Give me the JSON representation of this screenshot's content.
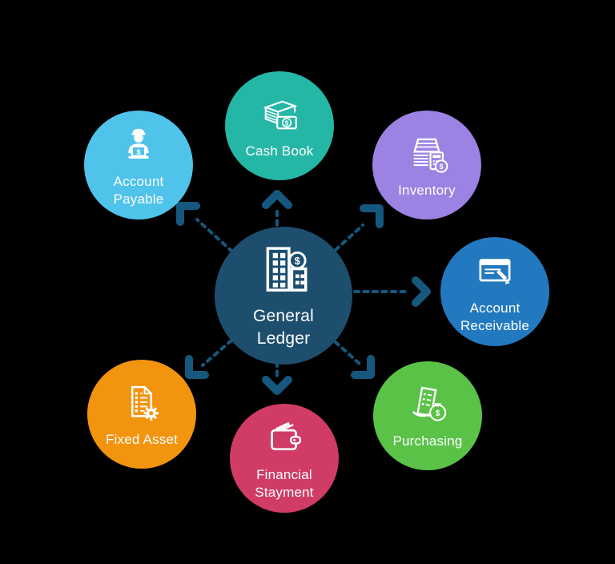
{
  "background": "#000000",
  "arrow_color": "#16577e",
  "center": {
    "id": "general-ledger",
    "label": "General\nLedger",
    "color": "#1d4e6e",
    "icon": "building-dollar-icon"
  },
  "nodes": [
    {
      "id": "account-payable",
      "label": "Account\nPayable",
      "color": "#4fc3ea",
      "icon": "accountant-laptop-icon"
    },
    {
      "id": "cash-book",
      "label": "Cash Book",
      "color": "#25b7a6",
      "icon": "cash-stack-icon"
    },
    {
      "id": "inventory",
      "label": "Inventory",
      "color": "#9c82e2",
      "icon": "inventory-calculator-icon"
    },
    {
      "id": "account-receivable",
      "label": "Account\nReceivable",
      "color": "#2379bf",
      "icon": "invoice-pencil-icon"
    },
    {
      "id": "purchasing",
      "label": "Purchasing",
      "color": "#5bc248",
      "icon": "receipt-moneybag-icon"
    },
    {
      "id": "financial-stayment",
      "label": "Financial\nStayment",
      "color": "#d03c66",
      "icon": "wallet-icon"
    },
    {
      "id": "fixed-asset",
      "label": "Fixed Asset",
      "color": "#f3940f",
      "icon": "checklist-gear-icon"
    }
  ]
}
